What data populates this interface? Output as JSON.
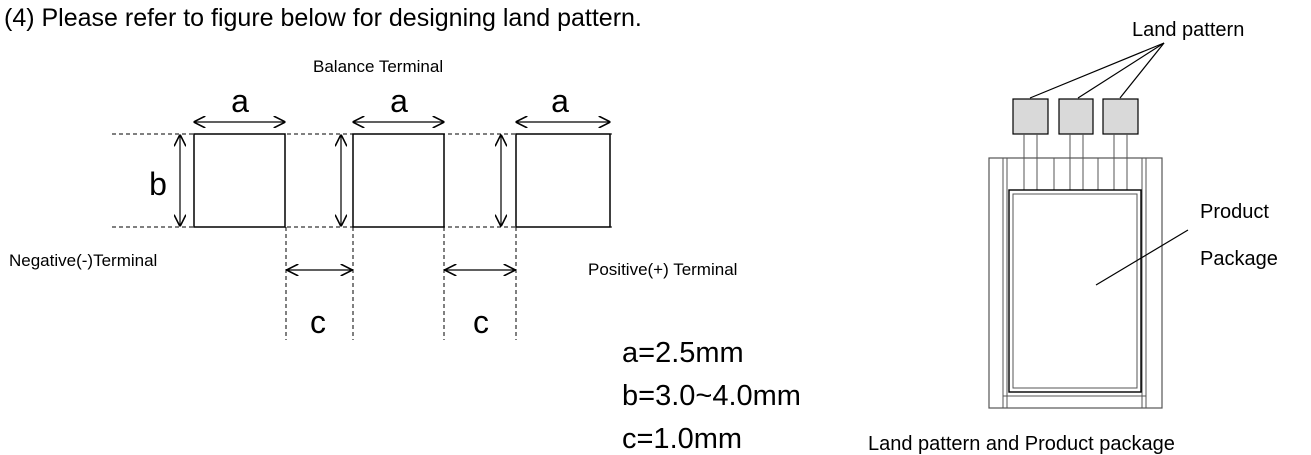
{
  "heading": "(4) Please refer to figure below for designing land pattern.",
  "labels": {
    "balance_terminal": "Balance Terminal",
    "negative_terminal": "Negative(-)Terminal",
    "positive_terminal": "Positive(+) Terminal",
    "land_pattern": "Land pattern",
    "product": "Product",
    "package": "Package",
    "caption": "Land pattern and Product package"
  },
  "dimension_letters": {
    "a": "a",
    "b": "b",
    "c": "c"
  },
  "specs": {
    "a": "a=2.5mm",
    "b": "b=3.0~4.0mm",
    "c": "c=1.0mm"
  },
  "colors": {
    "line": "#000000",
    "pad_fill": "#d9d9d9",
    "package_line": "#555555"
  }
}
